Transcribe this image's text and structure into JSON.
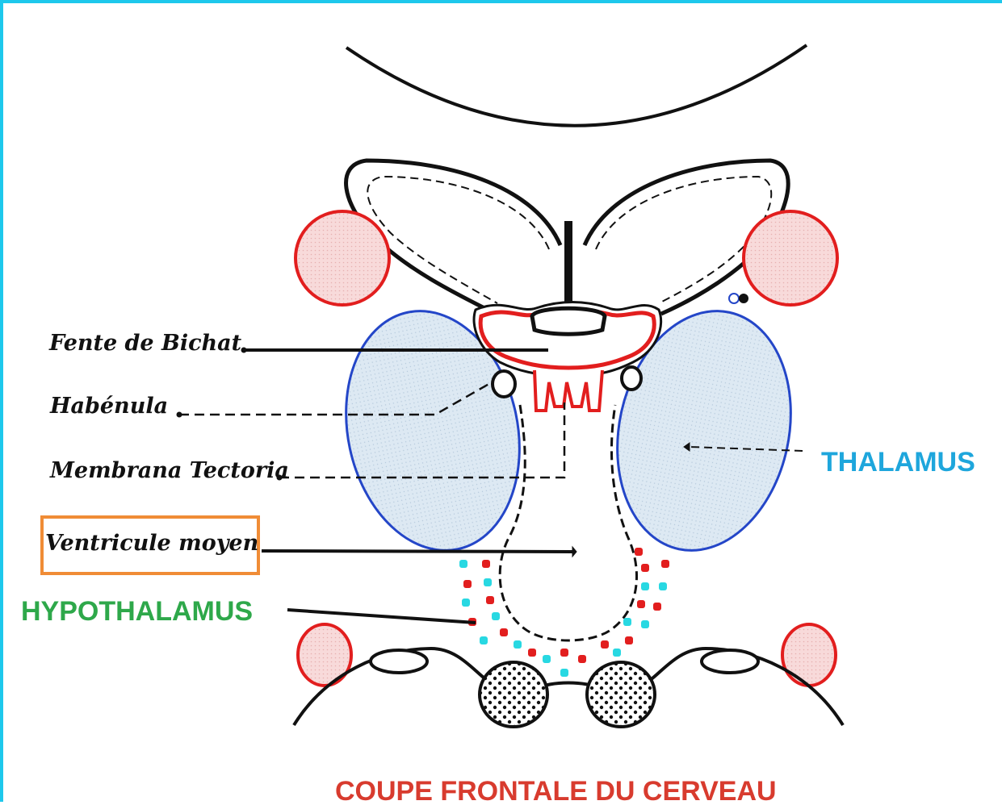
{
  "labels": {
    "fente": "Fente de Bichat",
    "habenula": "Habénula",
    "membrana": "Membrana Tectoria",
    "ventricule": "Ventricule moyen",
    "hypothalamus": "HYPOTHALAMUS",
    "thalamus": "THALAMUS"
  },
  "caption": "COUPE FRONTALE DU CERVEAU",
  "colors": {
    "frame": "#1ec8ec",
    "thalamus_label": "#1ea6dc",
    "hypothalamus_label": "#2ea84a",
    "caption": "#d83b2e",
    "highlight_box": "#f08c36",
    "thalamus_outline": "#2446c8",
    "thalamus_fill": "#dde9f3",
    "vessel_outline": "#e21e1e",
    "vessel_fill": "#f6d4d4",
    "dot_red": "#e21e1e",
    "dot_cyan": "#28d8e2"
  }
}
